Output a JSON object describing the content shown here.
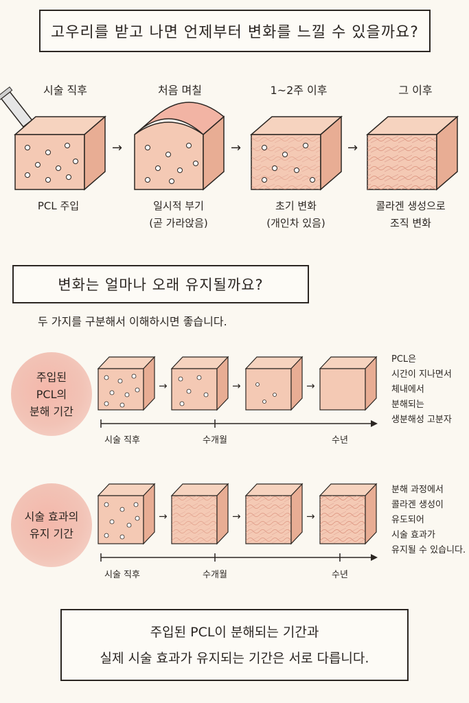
{
  "header": {
    "question1": "고우리를 받고 나면 언제부터 변화를 느낄 수 있을까요?"
  },
  "stages": [
    {
      "title": "시술 직후",
      "caption": [
        "PCL 주입"
      ]
    },
    {
      "title": "처음 며칠",
      "caption": [
        "일시적 부기",
        "(곧 가라앉음)"
      ]
    },
    {
      "title": "1~2주 이후",
      "caption": [
        "초기 변화",
        "(개인차 있음)"
      ]
    },
    {
      "title": "그 이후",
      "caption": [
        "콜라겐 생성으로",
        "조직 변화"
      ]
    }
  ],
  "section2": {
    "question2": "변화는 얼마나 오래 유지될까요?",
    "intro": "두 가지를 구분해서 이해하시면 좋습니다."
  },
  "row1": {
    "circle_lines": [
      "주입된",
      "PCL의",
      "분해 기간"
    ],
    "side_lines": [
      "PCL은",
      "시간이 지나면서",
      "체내에서",
      "분해되는",
      "생분해성 고분자"
    ],
    "ticks": [
      "시술 직후",
      "수개월",
      "수년"
    ]
  },
  "row2": {
    "circle_lines": [
      "시술 효과의",
      "유지 기간"
    ],
    "side_lines": [
      "분해 과정에서",
      "콜라겐 생성이",
      "유도되어",
      "시술 효과가",
      "유지될 수 있습니다."
    ],
    "ticks": [
      "시술 직후",
      "수개월",
      "수년"
    ]
  },
  "footer": {
    "line1": "주입된 PCL이 분해되는 기간과",
    "line2": "실제 시술 효과가 유지되는 기간은 서로 다릅니다."
  },
  "colors": {
    "skin": "#f4c9b4",
    "skin_top": "#f6d3bf",
    "skin_side": "#e8ad94",
    "ink": "#2b2622",
    "circle": "#f2bcae"
  },
  "icons": [
    "syringe-icon",
    "right-arrow-icon"
  ]
}
